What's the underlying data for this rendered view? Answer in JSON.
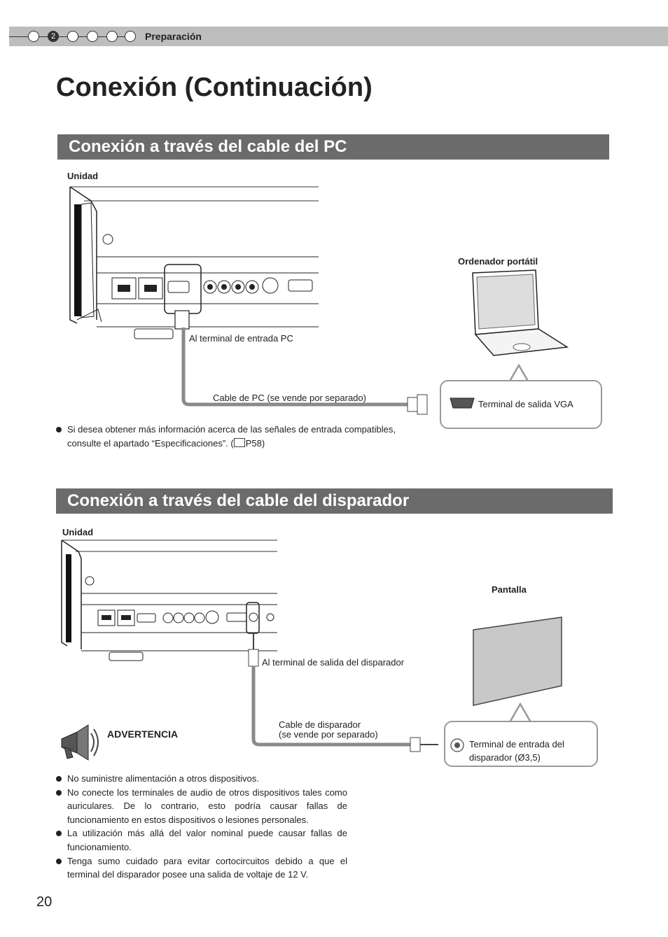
{
  "header": {
    "chapter_steps": [
      "",
      "2",
      "",
      "",
      "",
      ""
    ],
    "active_step": "2",
    "chapter_title": "Preparación"
  },
  "page_title": "Conexión (Continuación)",
  "section_pc": {
    "heading": "Conexión a través del cable del PC",
    "unit_label": "Unidad",
    "laptop_label": "Ordenador portátil",
    "pc_input_label": "Al terminal de entrada PC",
    "cable_label": "Cable de PC (se vende por separado)",
    "vga_terminal_label": "Terminal de salida VGA",
    "note_line1": "Si desea obtener más información acerca de las señales de entrada compatibles,",
    "note_line2_prefix": "consulte el apartado “Especificaciones”. (",
    "note_ref": "P58",
    "note_suffix": ")"
  },
  "section_trigger": {
    "heading": "Conexión a través del cable del disparador",
    "unit_label": "Unidad",
    "screen_label": "Pantalla",
    "trigger_out_label": "Al terminal de salida del disparador",
    "cable_label_line1": "Cable de disparador",
    "cable_label_line2": "(se vende por separado)",
    "trigger_in_label_line1": "Terminal de entrada del",
    "trigger_in_label_line2": "disparador (Ø3,5)",
    "warning_title": "ADVERTENCIA",
    "warnings": [
      "No suministre alimentación a otros dispositivos.",
      "No conecte los terminales de audio de otros dispositivos tales como auriculares. De lo contrario, esto podría causar fallas de funcionamiento en estos dispositivos o lesiones personales.",
      "La utilización más allá del valor nominal puede causar fallas de funcionamiento.",
      "Tenga sumo cuidado para evitar cortocircuitos debido a que el terminal del disparador posee una salida de voltaje de 12 V."
    ]
  },
  "page_number": "20",
  "colors": {
    "section_bar": "#6b6b6b",
    "header_bar": "#bdbdbd",
    "callout_border": "#999999",
    "cable": "#8a8a8a"
  }
}
